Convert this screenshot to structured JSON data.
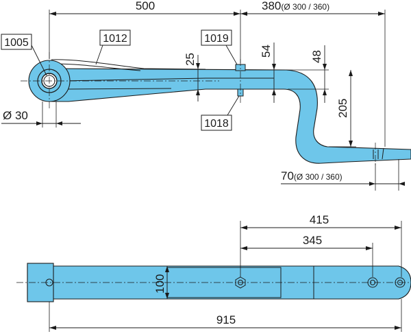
{
  "side_view": {
    "dim_length_to_center": "500",
    "dim_rear_length": "380",
    "dim_rear_length_note": "(Ø 300 / 360)",
    "dim_leaf_thickness": "25",
    "dim_top_height": "54",
    "dim_arm_thickness": "48",
    "dim_drop": "205",
    "dim_eye_diameter": "Ø 30",
    "dim_end_length": "70",
    "dim_end_length_note": "(Ø 300 / 360)",
    "part_eye_bushing": "1005",
    "part_leaf": "1012",
    "part_center_bolt_top": "1019",
    "part_center_bolt_bottom": "1018"
  },
  "top_view": {
    "dim_width": "100",
    "dim_overall_length": "915",
    "dim_hole_to_end_1": "415",
    "dim_hole_to_end_2": "345"
  }
}
